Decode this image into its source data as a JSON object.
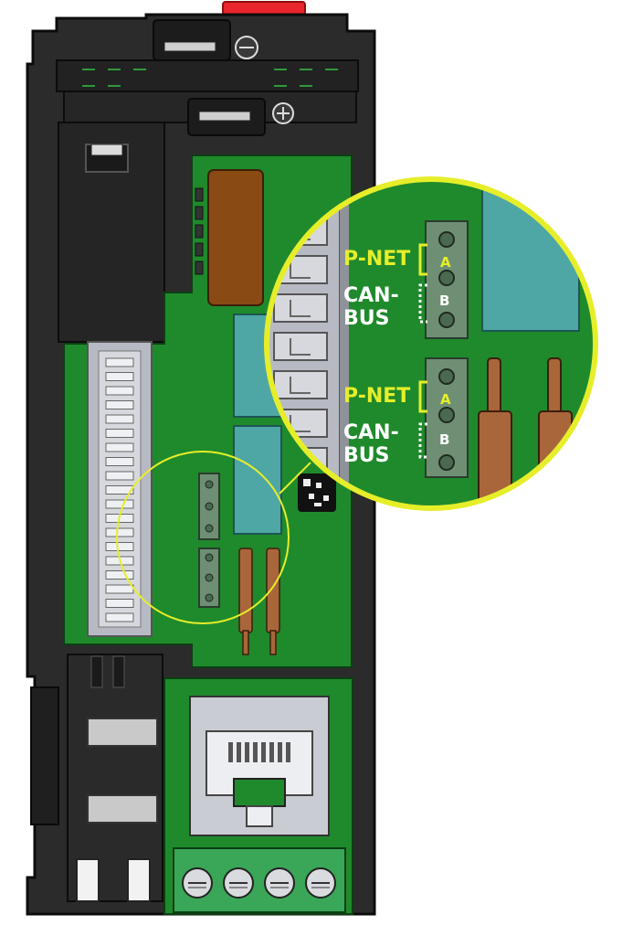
{
  "colors": {
    "housing": "#2a2a2a",
    "housing_dark": "#141414",
    "pcb": "#1f8a2c",
    "pcb_dark": "#14691f",
    "highlight": "#e6ee2a",
    "teal": "#4ea7a5",
    "copper": "#a8663a",
    "connector_grey": "#b9bcc4",
    "terminal_green": "#3aa657",
    "red_button": "#e8262c"
  },
  "icons": [
    "screw-icon",
    "rj45-port-icon",
    "terminal-screw-icon",
    "qr-code-icon"
  ],
  "callout": {
    "upper": {
      "net": "P-NET",
      "pin_a": "A",
      "bus_line1": "CAN-",
      "bus_line2": "BUS",
      "pin_b": "B"
    },
    "lower": {
      "net": "P-NET",
      "pin_a": "A",
      "bus_line1": "CAN-",
      "bus_line2": "BUS",
      "pin_b": "B"
    }
  }
}
